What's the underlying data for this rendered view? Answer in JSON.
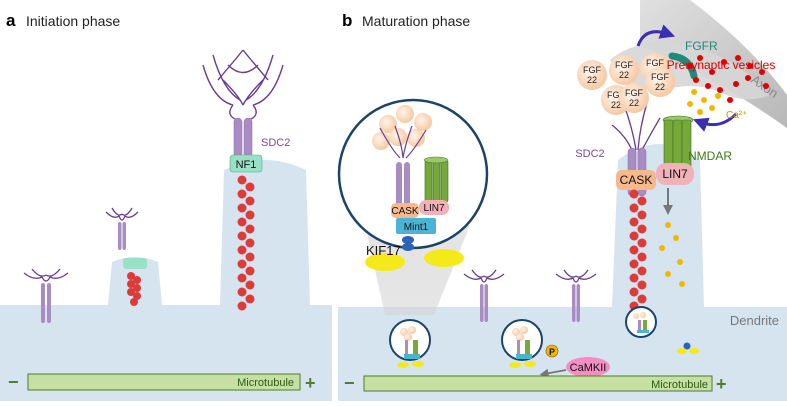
{
  "panel_a": {
    "letter": "a",
    "title": "Initiation phase",
    "sdc2_label": "SDC2",
    "nf1_label": "NF1",
    "microtubule_label": "Microtubule",
    "minus": "−",
    "plus": "+"
  },
  "panel_b": {
    "letter": "b",
    "title": "Maturation phase",
    "fgfr_label": "FGFR",
    "presynaptic_label": "Presynaptic vesicles",
    "axon_label": "Axon",
    "ca_label": "Ca²⁺",
    "fgf22_label": "FGF 22",
    "sdc2_label": "SDC2",
    "nmdar_label": "NMDAR",
    "cask_label": "CASK",
    "lin7_label": "LIN7",
    "inset_cask_label": "CASK",
    "inset_lin7_label": "LIN7",
    "mint1_label": "Mint1",
    "kif17_label": "KIF17",
    "dendrite_label": "Dendrite",
    "p_label": "P",
    "camkii_label": "CaMKII",
    "microtubule_label": "Microtubule",
    "minus": "−",
    "plus": "+"
  },
  "colors": {
    "dendrite": "#d6e4f0",
    "microtubule": "#c6e0a4",
    "microtubule_border": "#4f7d2a",
    "plus_minus": "#4f7d2a",
    "sdc2": "#a98cc2",
    "sdc2_text": "#7a4a9c",
    "fgf22": "#f9d9bd",
    "fgfr": "#1f8a7a",
    "vesicles": "#e00000",
    "calcium": "#f2b800",
    "nmdar": "#76a83a",
    "cask": "#f6b98e",
    "lin7": "#f2b0b8",
    "mint1": "#4ab3d6",
    "kif17": "#f4ea1a",
    "nf1": "#98e0c6",
    "actin": "#dd3a3a",
    "camkii": "#f28ec4",
    "axon": "#c9c9c9",
    "arrow": "#3a2fb0"
  }
}
